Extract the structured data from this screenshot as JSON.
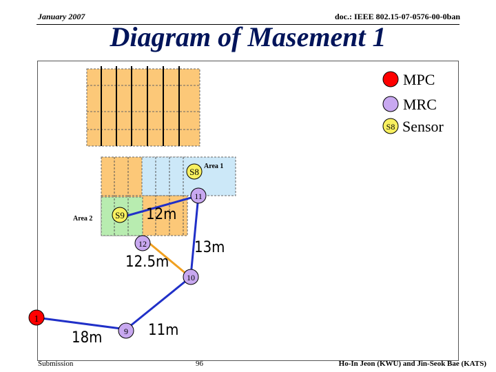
{
  "header": {
    "date": "January 2007",
    "doc_id": "doc.: IEEE 802.15-07-0576-00-0ban"
  },
  "title": "Diagram of Masement 1",
  "legend": [
    {
      "label": "MPC",
      "color": "#ff0000"
    },
    {
      "label": "MRC",
      "color": "#c8a8f0"
    },
    {
      "symbol": "S8",
      "label": "Sensor",
      "color": "#f8f060"
    }
  ],
  "areas": {
    "area1": "Area 1",
    "area2": "Area 2"
  },
  "nodes": {
    "mpc_1": "1",
    "mrc_9": "9",
    "mrc_10": "10",
    "mrc_11": "11",
    "mrc_12": "12",
    "sensor_s8": "S8",
    "sensor_s9": "S9"
  },
  "distances": {
    "d_12m": "12m",
    "d_13m": "13m",
    "d_12_5m": "12.5m",
    "d_18m": "18m",
    "d_11m": "11m"
  },
  "colors": {
    "mpc": "#ff0000",
    "mrc": "#c8a8f0",
    "sensor": "#f8f060",
    "room_orange": "#fcc878",
    "area1_blue": "#cce8f8",
    "area2_green": "#b8ecb0",
    "link_blue": "#2030c8",
    "link_orange": "#f0a020"
  },
  "footer": {
    "left": "Submission",
    "page": "96",
    "right": "Ho-In Jeon (KWU) and Jin-Seok Bae (KATS)"
  }
}
